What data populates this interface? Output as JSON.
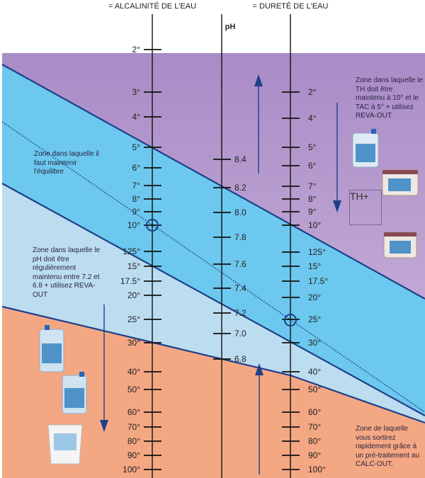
{
  "headers": {
    "left_axis": "= ALCALINITÉ DE L'EAU",
    "right_axis": "= DURETÉ DE L'EAU",
    "ph_axis": "pH"
  },
  "left_axis_ticks": [
    "2°",
    "3°",
    "4°",
    "5°",
    "6°",
    "7°",
    "8°",
    "9°",
    "10°",
    "125°",
    "15°",
    "17.5°",
    "20°",
    "25°",
    "30°",
    "40°",
    "50°",
    "60°",
    "70°",
    "80°",
    "90°",
    "100°"
  ],
  "ph_axis_ticks": [
    "8.4",
    "8.2",
    "8.0",
    "7.8",
    "7.6",
    "7.4",
    "7.2",
    "7.0",
    "6.8"
  ],
  "right_axis_ticks": [
    "2°",
    "4°",
    "5°",
    "6°",
    "7°",
    "8°",
    "9°",
    "10°",
    "125°",
    "15°",
    "17.5°",
    "20°",
    "25°",
    "30°",
    "40°",
    "50°",
    "60°",
    "70°",
    "80°",
    "90°",
    "100°"
  ],
  "notes": {
    "equilibrium": "Zone dans laquelle il faut maintenir l'équilibre",
    "ph_zone": "Zone dans laquelle le pH doit être régulièrement maintenu entre 7.2 et 6.8 + utilisez REVA-OUT",
    "th_zone": "Zone dans laquelle le TH doit être maintenu à 10° et le TAC à 5° + utilisez REVA-OUT.",
    "calc_zone": "Zone de laquelle vous sortirez rapidement grâce à un pré-traitement au CALC-OUT.",
    "th_plus": "TH+"
  },
  "colors": {
    "purple_top": "#a98bc6",
    "purple_bottom": "#cbb5da",
    "cyan_band": "#6cc8ee",
    "light_blue": "#bcdcf0",
    "orange": "#f4a783",
    "line_blue": "#1f3f8a"
  }
}
